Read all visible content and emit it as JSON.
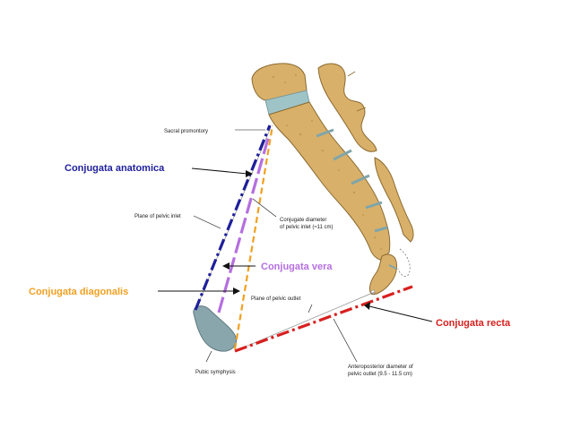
{
  "colors": {
    "anatomica": "#1f1f9c",
    "vera": "#b56fe0",
    "diagonalis": "#f0a020",
    "recta": "#d8201f",
    "bone_fill": "#d9b06a",
    "bone_stroke": "#8a6a30",
    "disc_fill": "#9ec4c8",
    "symphysis_fill": "#8aa6ad",
    "pointer": "#111111",
    "gray_line": "#8c8c8c"
  },
  "labels": {
    "conjugata_anatomica": "Conjugata anatomica",
    "conjugata_vera": "Conjugata vera",
    "conjugata_diagonalis": "Conjugata diagonalis",
    "conjugata_recta": "Conjugata recta"
  },
  "annotations": {
    "sacral_promontory": "Sacral promontory",
    "plane_of_pelvic_inlet": "Plane of pelvic inlet",
    "conjugate_diameter_line1": "Conjugate diameter",
    "conjugate_diameter_line2": "of pelvic inlet (≈11 cm)",
    "plane_of_pelvic_outlet": "Plane of pelvic outlet",
    "pubic_symphysis": "Pubic symphysis",
    "anteroposterior_line1": "Anteroposterior diameter of",
    "anteroposterior_line2": "pelvic outlet (9.5 - 11.5 cm)"
  }
}
